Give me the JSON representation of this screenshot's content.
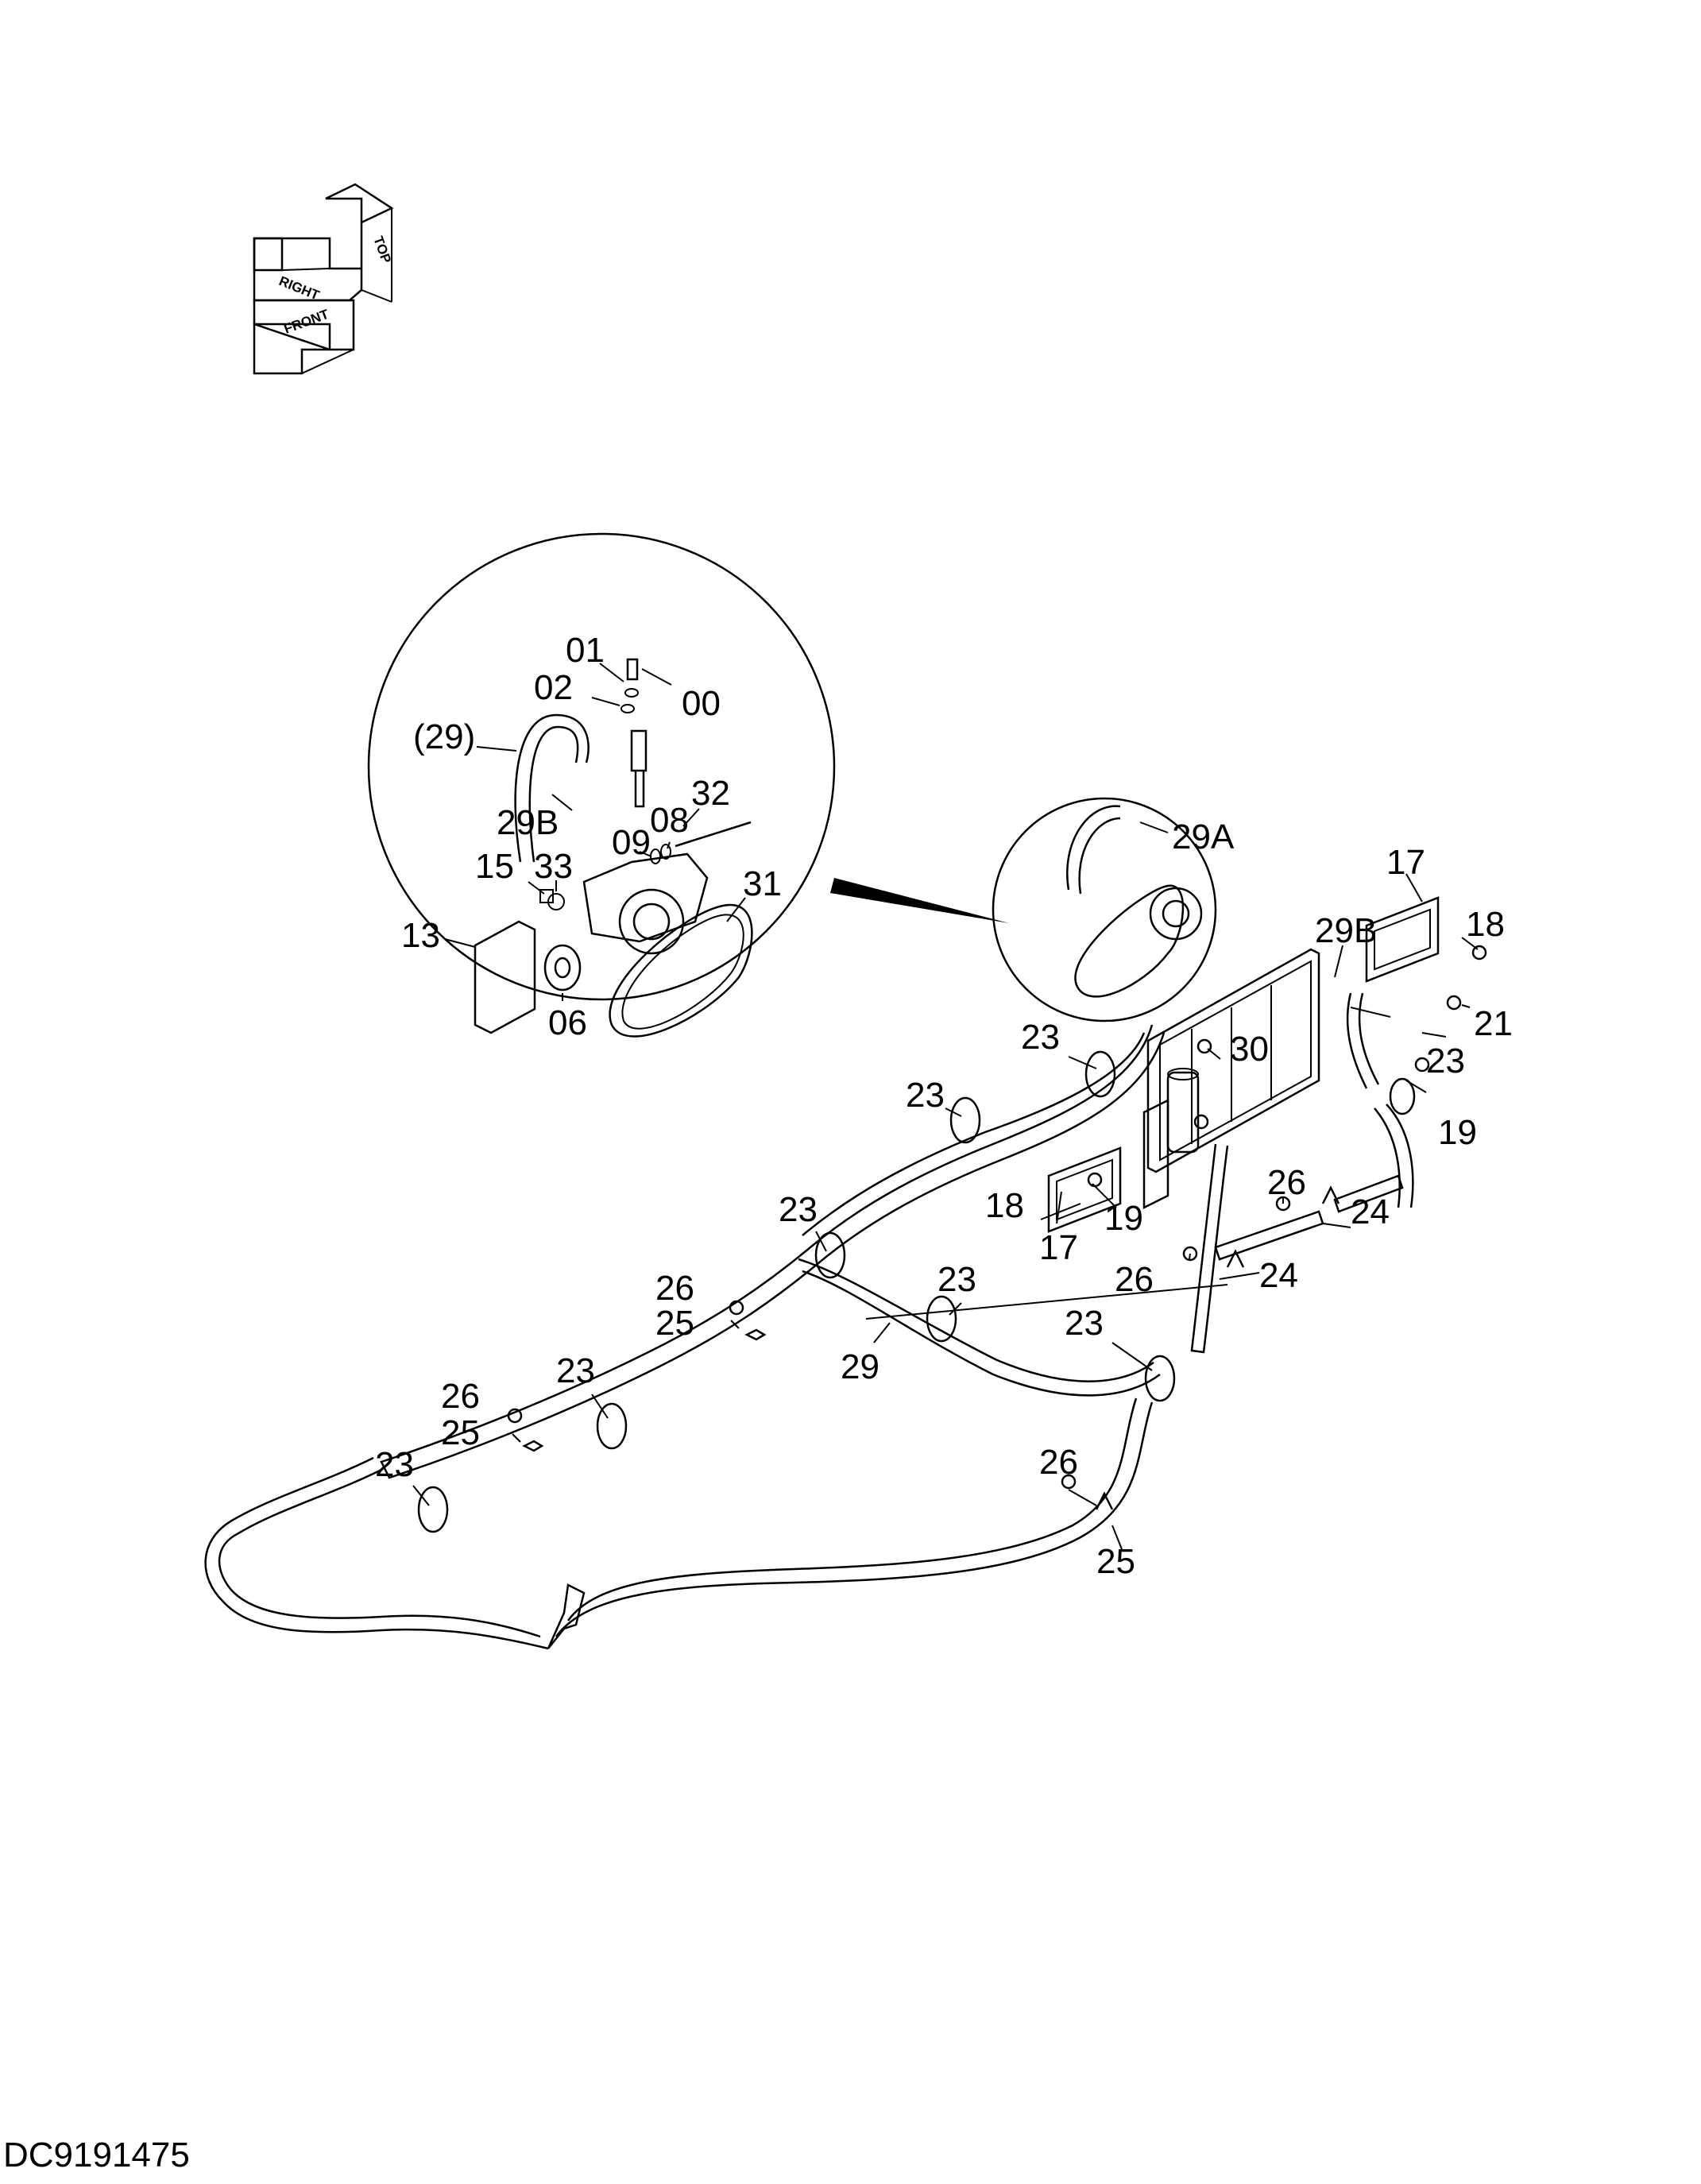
{
  "drawing_code": "DC9191475",
  "orientation": {
    "top": "TOP",
    "right": "RIGHT",
    "front": "FRONT"
  },
  "callouts": [
    {
      "id": "c-01",
      "text": "01"
    },
    {
      "id": "c-02",
      "text": "02"
    },
    {
      "id": "c-00",
      "text": "00"
    },
    {
      "id": "c-29p",
      "text": "(29)"
    },
    {
      "id": "c-29b-detail",
      "text": "29B"
    },
    {
      "id": "c-32",
      "text": "32"
    },
    {
      "id": "c-08",
      "text": "08"
    },
    {
      "id": "c-09",
      "text": "09"
    },
    {
      "id": "c-15",
      "text": "15"
    },
    {
      "id": "c-33",
      "text": "33"
    },
    {
      "id": "c-31",
      "text": "31"
    },
    {
      "id": "c-13",
      "text": "13"
    },
    {
      "id": "c-06",
      "text": "06"
    },
    {
      "id": "c-29a",
      "text": "29A"
    },
    {
      "id": "c-17-top",
      "text": "17"
    },
    {
      "id": "c-29b",
      "text": "29B"
    },
    {
      "id": "c-18-right",
      "text": "18"
    },
    {
      "id": "c-21",
      "text": "21"
    },
    {
      "id": "c-23-right",
      "text": "23"
    },
    {
      "id": "c-19-right",
      "text": "19"
    },
    {
      "id": "c-30",
      "text": "30"
    },
    {
      "id": "c-23-a",
      "text": "23"
    },
    {
      "id": "c-23-b",
      "text": "23"
    },
    {
      "id": "c-18-left",
      "text": "18"
    },
    {
      "id": "c-19-left",
      "text": "19"
    },
    {
      "id": "c-17-bottom",
      "text": "17"
    },
    {
      "id": "c-26-a",
      "text": "26"
    },
    {
      "id": "c-24-a",
      "text": "24"
    },
    {
      "id": "c-26-b",
      "text": "26"
    },
    {
      "id": "c-24-b",
      "text": "24"
    },
    {
      "id": "c-23-c",
      "text": "23"
    },
    {
      "id": "c-23-d",
      "text": "23"
    },
    {
      "id": "c-26-c",
      "text": "26"
    },
    {
      "id": "c-25-a",
      "text": "25"
    },
    {
      "id": "c-29",
      "text": "29"
    },
    {
      "id": "c-23-e",
      "text": "23"
    },
    {
      "id": "c-23-f",
      "text": "23"
    },
    {
      "id": "c-26-d",
      "text": "26"
    },
    {
      "id": "c-25-b",
      "text": "25"
    },
    {
      "id": "c-23-g",
      "text": "23"
    },
    {
      "id": "c-26-e",
      "text": "26"
    },
    {
      "id": "c-25-c",
      "text": "25"
    }
  ]
}
